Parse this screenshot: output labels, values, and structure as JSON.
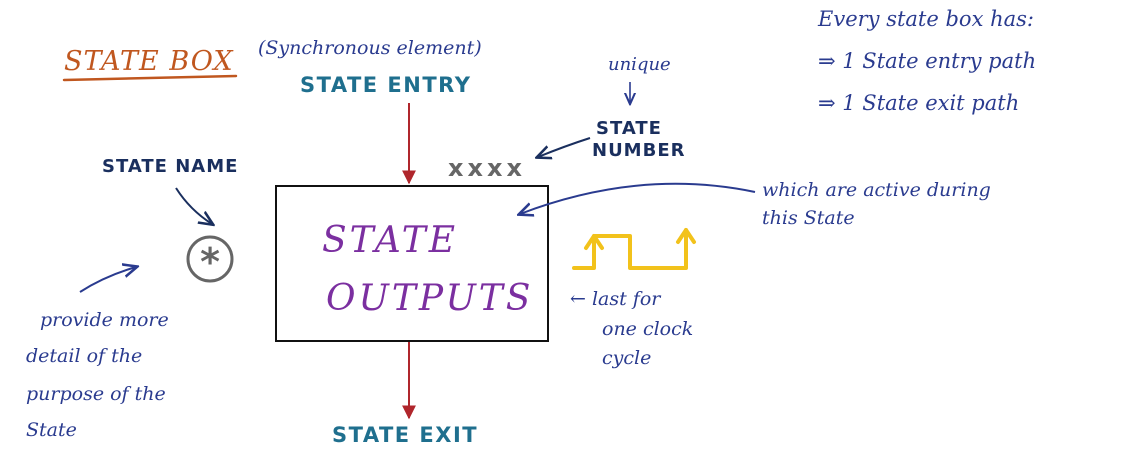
{
  "colors": {
    "title": "#c0571f",
    "teal": "#1f6f8e",
    "navy": "#2a3b8f",
    "purple": "#7b2fa0",
    "red": "#b0262c",
    "gray": "#666666",
    "yellow": "#f2c21b",
    "box_border": "#111111"
  },
  "title": {
    "main": "STATE BOX",
    "subtitle": "(Synchronous element)"
  },
  "labels": {
    "state_entry": "STATE ENTRY",
    "state_exit": "STATE EXIT",
    "state_name": "STATE NAME",
    "state_number_line1": "STATE",
    "state_number_line2": "NUMBER",
    "unique": "unique",
    "state_number_placeholder": "xxxx",
    "box_line1": "STATE",
    "box_line2": "OUTPUTS",
    "name_symbol": "*"
  },
  "notes": {
    "rules_line1": "Every state box has:",
    "rules_line2": "⇒ 1 State entry path",
    "rules_line3": "⇒ 1 State exit path",
    "active_line1": "which are active during",
    "active_line2": "this State",
    "last_line1": "← last for",
    "last_line2": "one clock",
    "last_line3": "cycle",
    "purpose_line1": "provide more",
    "purpose_line2": "detail of the",
    "purpose_line3": "purpose of the",
    "purpose_line4": "State"
  }
}
